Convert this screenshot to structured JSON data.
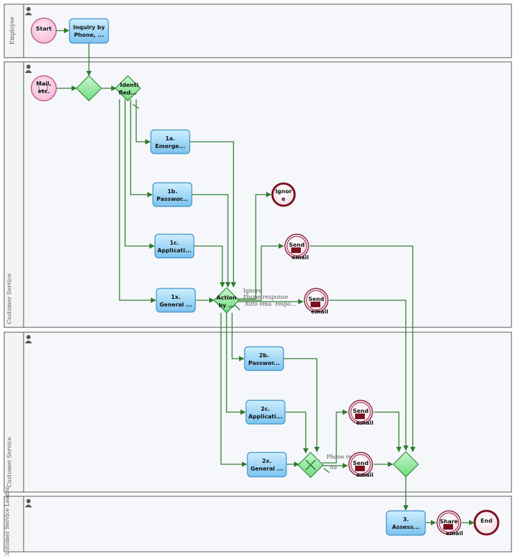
{
  "lanes": [
    {
      "label": "Employee"
    },
    {
      "label": "Customer Service"
    },
    {
      "label": "Customer Service"
    },
    {
      "label": "Customer Service Leader"
    }
  ],
  "nodes": {
    "start": {
      "line1": "Start",
      "line2": ""
    },
    "inquiry": {
      "line1": "Inquiry by",
      "line2": "Phone, ..."
    },
    "mail": {
      "line1": "Mail,",
      "line2": "etc."
    },
    "identified": {
      "line1": "Identi",
      "line2": "fied..."
    },
    "t1a": {
      "line1": "1a.",
      "line2": "Emerge..."
    },
    "t1b": {
      "line1": "1b.",
      "line2": "Passwor..."
    },
    "t1c": {
      "line1": "1c.",
      "line2": "Applicati..."
    },
    "t1x": {
      "line1": "1x.",
      "line2": "General ..."
    },
    "action": {
      "line1": "Action",
      "line2": "by ..."
    },
    "ignore": {
      "line1": "Ignor",
      "line2": "e"
    },
    "send1": {
      "line1": "Send",
      "line2": "email"
    },
    "send2": {
      "line1": "Send",
      "line2": "email"
    },
    "t2b": {
      "line1": "2b.",
      "line2": "Passwor..."
    },
    "t2c": {
      "line1": "2c.",
      "line2": "Applicati..."
    },
    "t2x": {
      "line1": "2x.",
      "line2": "General ..."
    },
    "send3": {
      "line1": "Send",
      "line2": "email"
    },
    "send4": {
      "line1": "Send",
      "line2": "email"
    },
    "t3": {
      "line1": "3.",
      "line2": "Assess..."
    },
    "share": {
      "line1": "Share",
      "line2": "email"
    },
    "end": {
      "line1": "End",
      "line2": ""
    }
  },
  "edge_labels": {
    "ignore": "Ignore",
    "phone1": "Phone response",
    "auto1": "Auto ema",
    "respo": "respo...",
    "phone2": "Phone re",
    "auto2": "Au"
  },
  "colors": {
    "lane_border": "#555555",
    "lane_header_fill": "#f4f4f4",
    "lane_body_fill": "#f6f7fa",
    "task_fill": "#9fd6f7",
    "task_stroke": "#3a8fc8",
    "gateway_fill": "#8ee89a",
    "gateway_stroke": "#2f8a3c",
    "start_fill": "#f9cce4",
    "start_stroke": "#c06090",
    "end_stroke": "#7a1020",
    "flow": "#2f7d2f"
  }
}
